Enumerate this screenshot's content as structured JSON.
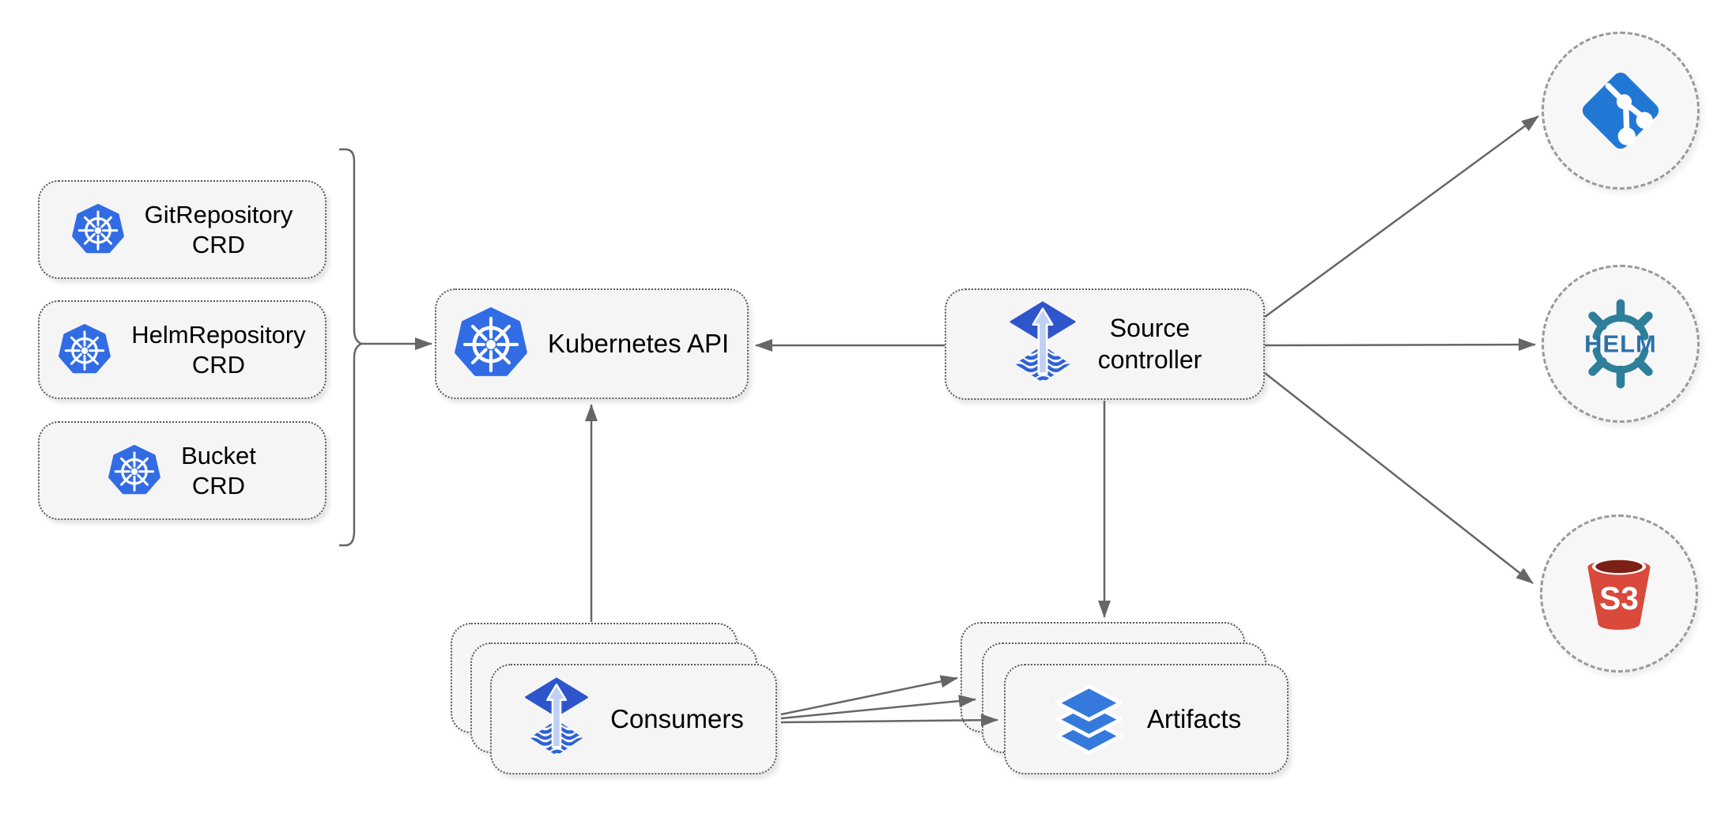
{
  "nodes": {
    "crd_boxes": [
      {
        "id": "gitrepository-crd",
        "line1": "GitRepository",
        "line2": "CRD"
      },
      {
        "id": "helmrepository-crd",
        "line1": "HelmRepository",
        "line2": "CRD"
      },
      {
        "id": "bucket-crd",
        "line1": "Bucket",
        "line2": "CRD"
      }
    ],
    "kubernetes_api": {
      "label": "Kubernetes API"
    },
    "source_controller": {
      "line1": "Source",
      "line2": "controller"
    },
    "consumers": {
      "label": "Consumers",
      "stack_count": 3
    },
    "artifacts": {
      "label": "Artifacts",
      "stack_count": 3
    },
    "external_targets": {
      "git": {
        "icon": "git-icon"
      },
      "helm": {
        "icon": "helm-icon",
        "label": "HELM"
      },
      "s3": {
        "icon": "s3-bucket-icon",
        "label": "S3"
      }
    }
  },
  "icons": {
    "kubernetes": "kubernetes-wheel-icon",
    "flux": "flux-source-icon",
    "artifacts": "layers-icon",
    "git": "git-icon",
    "helm": "helm-wheel-icon",
    "s3": "s3-bucket-icon"
  },
  "colors": {
    "kubernetes_blue": "#326ce5",
    "flux_diamond_blue": "#2f55cc",
    "flux_wave_blue": "#2d61d8",
    "flux_arrow_light": "#c0d1f6",
    "git_blue": "#2178d4",
    "helm_teal": "#2e7f99",
    "s3_red": "#d9493c",
    "s3_dark_red": "#7c1f14",
    "artifact_layers_blue": "#3579dd",
    "connector_gray": "#666666",
    "node_fill": "#f5f5f5",
    "text_black": "#000000"
  }
}
